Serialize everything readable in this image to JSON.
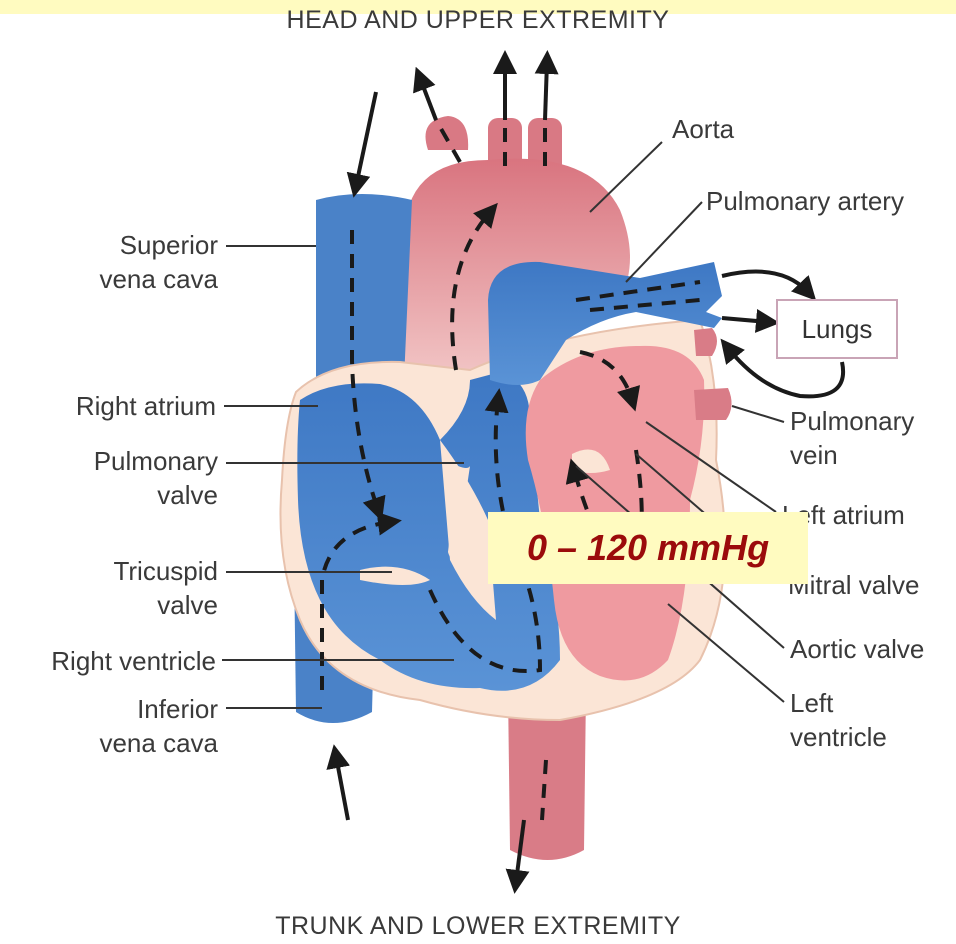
{
  "header": {
    "top": "HEAD AND UPPER EXTREMITY",
    "bottom": "TRUNK AND LOWER EXTREMITY"
  },
  "pressure": "0 – 120 mmHg",
  "lungs": "Lungs",
  "labels": {
    "superior_vena_cava": [
      "Superior",
      "vena cava"
    ],
    "right_atrium": "Right atrium",
    "pulmonary_valve": [
      "Pulmonary",
      "valve"
    ],
    "tricuspid_valve": [
      "Tricuspid",
      "valve"
    ],
    "right_ventricle": "Right ventricle",
    "inferior_vena_cava": [
      "Inferior",
      "vena cava"
    ],
    "aorta": "Aorta",
    "pulmonary_artery": "Pulmonary artery",
    "pulmonary_vein": [
      "Pulmonary",
      "vein"
    ],
    "left_atrium": "Left atrium",
    "mitral_valve": "Mitral valve",
    "aortic_valve": "Aortic valve",
    "left_ventricle": [
      "Left",
      "ventricle"
    ]
  },
  "colors": {
    "deoxygenated": "#4a82c8",
    "oxygenated": "#e07f86",
    "heart_wall": "#fbe5d6",
    "highlight_band": "#fffbc0",
    "pressure_text": "#9b0b0b"
  }
}
